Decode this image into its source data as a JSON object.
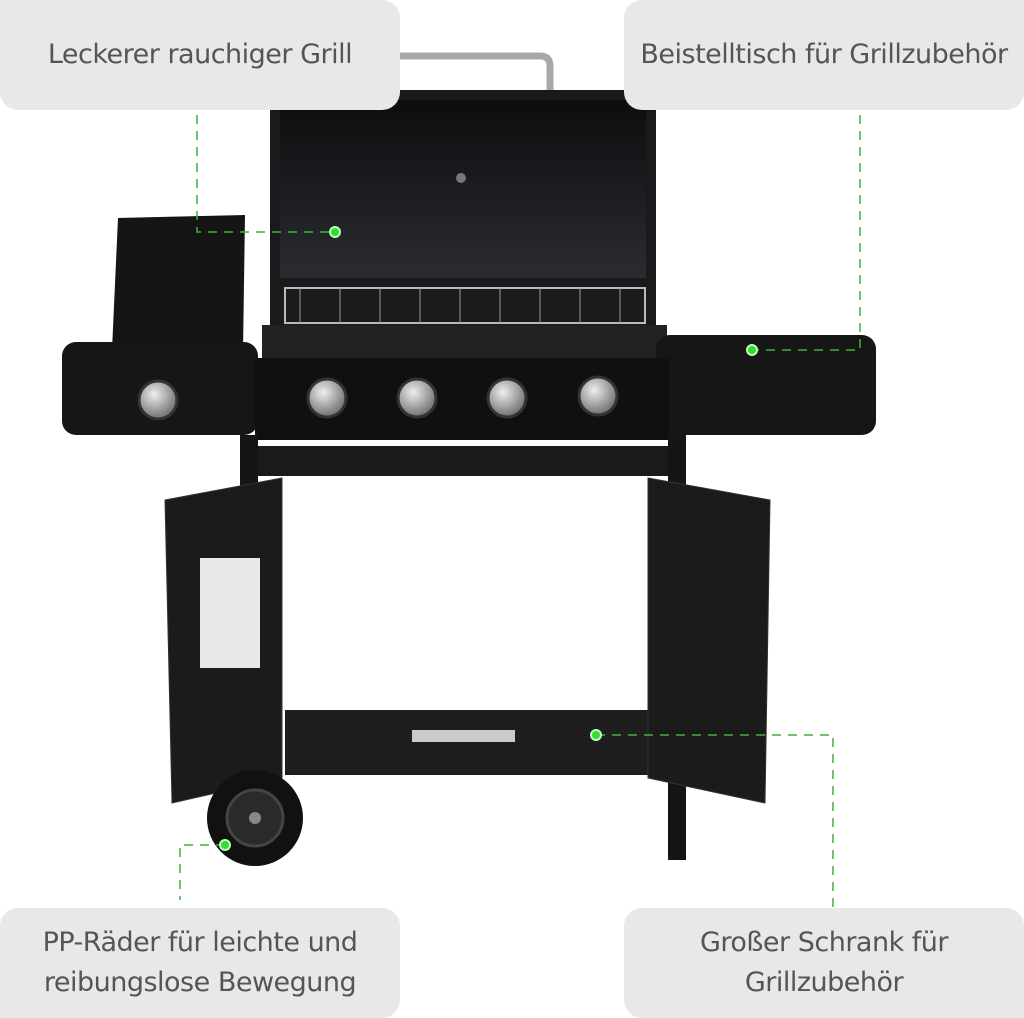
{
  "callouts": {
    "top_left": "Leckerer rauchiger Grill",
    "top_right": "Beistelltisch für Grillzubehör",
    "bottom_left_line1": "PP-Räder für leichte und",
    "bottom_left_line2": "reibungslose Bewegung",
    "bottom_right": "Großer Schrank für Grillzubehör"
  },
  "colors": {
    "callout_bg": "#e8e8e8",
    "callout_text": "#555555",
    "leader_line": "#3cb43c",
    "marker_dot": "#39d839",
    "grill_body": "#141414"
  }
}
